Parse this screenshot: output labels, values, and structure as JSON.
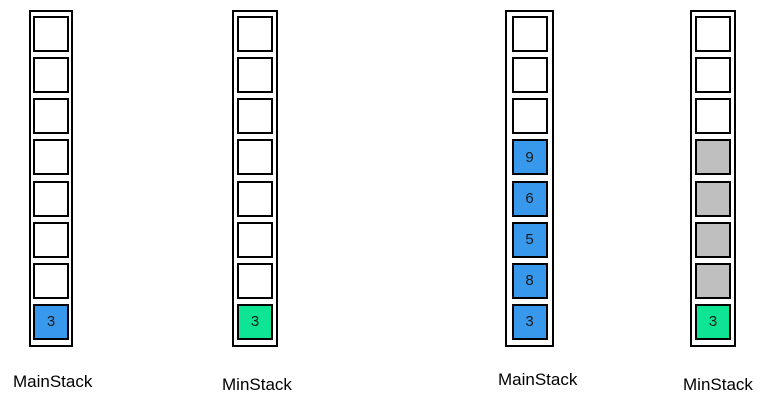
{
  "diagram": {
    "description": "Stack diagram comparing contents of MainStack and MinStack in two states",
    "colors": {
      "cell_blue": "#3899EC",
      "cell_green": "#0DE594",
      "cell_gray": "#BFBFBF",
      "cell_empty": "#FFFFFF",
      "border": "#000000",
      "digit": "#1A1A1A",
      "label": "#000000"
    },
    "stacks": [
      {
        "label": "MainStack",
        "capacity": 8,
        "cells": [
          {
            "fill": "empty",
            "value": ""
          },
          {
            "fill": "empty",
            "value": ""
          },
          {
            "fill": "empty",
            "value": ""
          },
          {
            "fill": "empty",
            "value": ""
          },
          {
            "fill": "empty",
            "value": ""
          },
          {
            "fill": "empty",
            "value": ""
          },
          {
            "fill": "empty",
            "value": ""
          },
          {
            "fill": "blue",
            "value": "3"
          }
        ]
      },
      {
        "label": "MinStack",
        "capacity": 8,
        "cells": [
          {
            "fill": "empty",
            "value": ""
          },
          {
            "fill": "empty",
            "value": ""
          },
          {
            "fill": "empty",
            "value": ""
          },
          {
            "fill": "empty",
            "value": ""
          },
          {
            "fill": "empty",
            "value": ""
          },
          {
            "fill": "empty",
            "value": ""
          },
          {
            "fill": "empty",
            "value": ""
          },
          {
            "fill": "green",
            "value": "3"
          }
        ]
      },
      {
        "label": "MainStack",
        "capacity": 8,
        "cells": [
          {
            "fill": "empty",
            "value": ""
          },
          {
            "fill": "empty",
            "value": ""
          },
          {
            "fill": "empty",
            "value": ""
          },
          {
            "fill": "blue",
            "value": "9"
          },
          {
            "fill": "blue",
            "value": "6"
          },
          {
            "fill": "blue",
            "value": "5"
          },
          {
            "fill": "blue",
            "value": "8"
          },
          {
            "fill": "blue",
            "value": "3"
          }
        ]
      },
      {
        "label": "MinStack",
        "capacity": 8,
        "cells": [
          {
            "fill": "empty",
            "value": ""
          },
          {
            "fill": "empty",
            "value": ""
          },
          {
            "fill": "empty",
            "value": ""
          },
          {
            "fill": "gray",
            "value": ""
          },
          {
            "fill": "gray",
            "value": ""
          },
          {
            "fill": "gray",
            "value": ""
          },
          {
            "fill": "gray",
            "value": ""
          },
          {
            "fill": "green",
            "value": "3"
          }
        ]
      }
    ]
  }
}
